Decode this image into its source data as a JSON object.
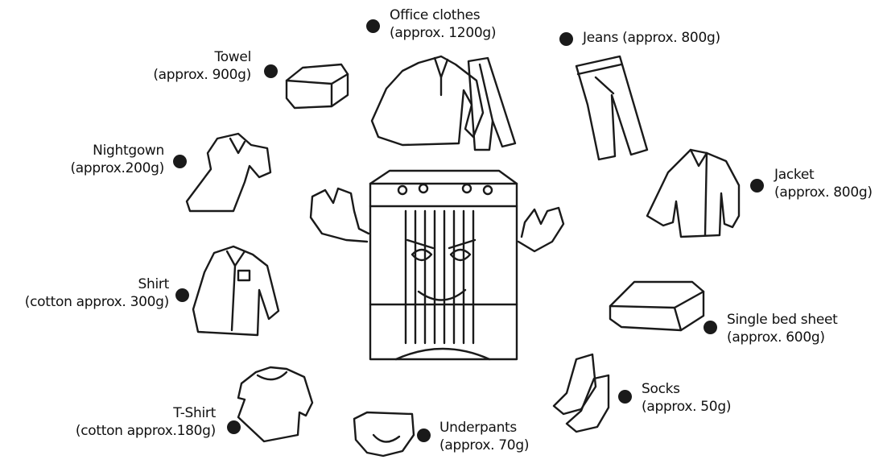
{
  "items": {
    "office_clothes": {
      "name": "Office clothes",
      "weight": "(approx. 1200g)"
    },
    "jeans": {
      "text": "Jeans (approx. 800g)"
    },
    "towel": {
      "name": "Towel",
      "weight": "(approx. 900g)"
    },
    "nightgown": {
      "name": "Nightgown",
      "weight": "(approx.200g)"
    },
    "jacket": {
      "name": "Jacket",
      "weight": "(approx. 800g)"
    },
    "shirt": {
      "name": "Shirt",
      "weight": "(cotton approx. 300g)"
    },
    "single_bed_sheet": {
      "name": "Single bed sheet",
      "weight": "(approx. 600g)"
    },
    "socks": {
      "name": "Socks",
      "weight": "(approx. 50g)"
    },
    "tshirt": {
      "name": "T-Shirt",
      "weight": "(cotton approx.180g)"
    },
    "underpants": {
      "name": "Underpants",
      "weight": "(approx. 70g)"
    }
  },
  "colors": {
    "ink": "#1a1a1a",
    "background": "#ffffff"
  }
}
